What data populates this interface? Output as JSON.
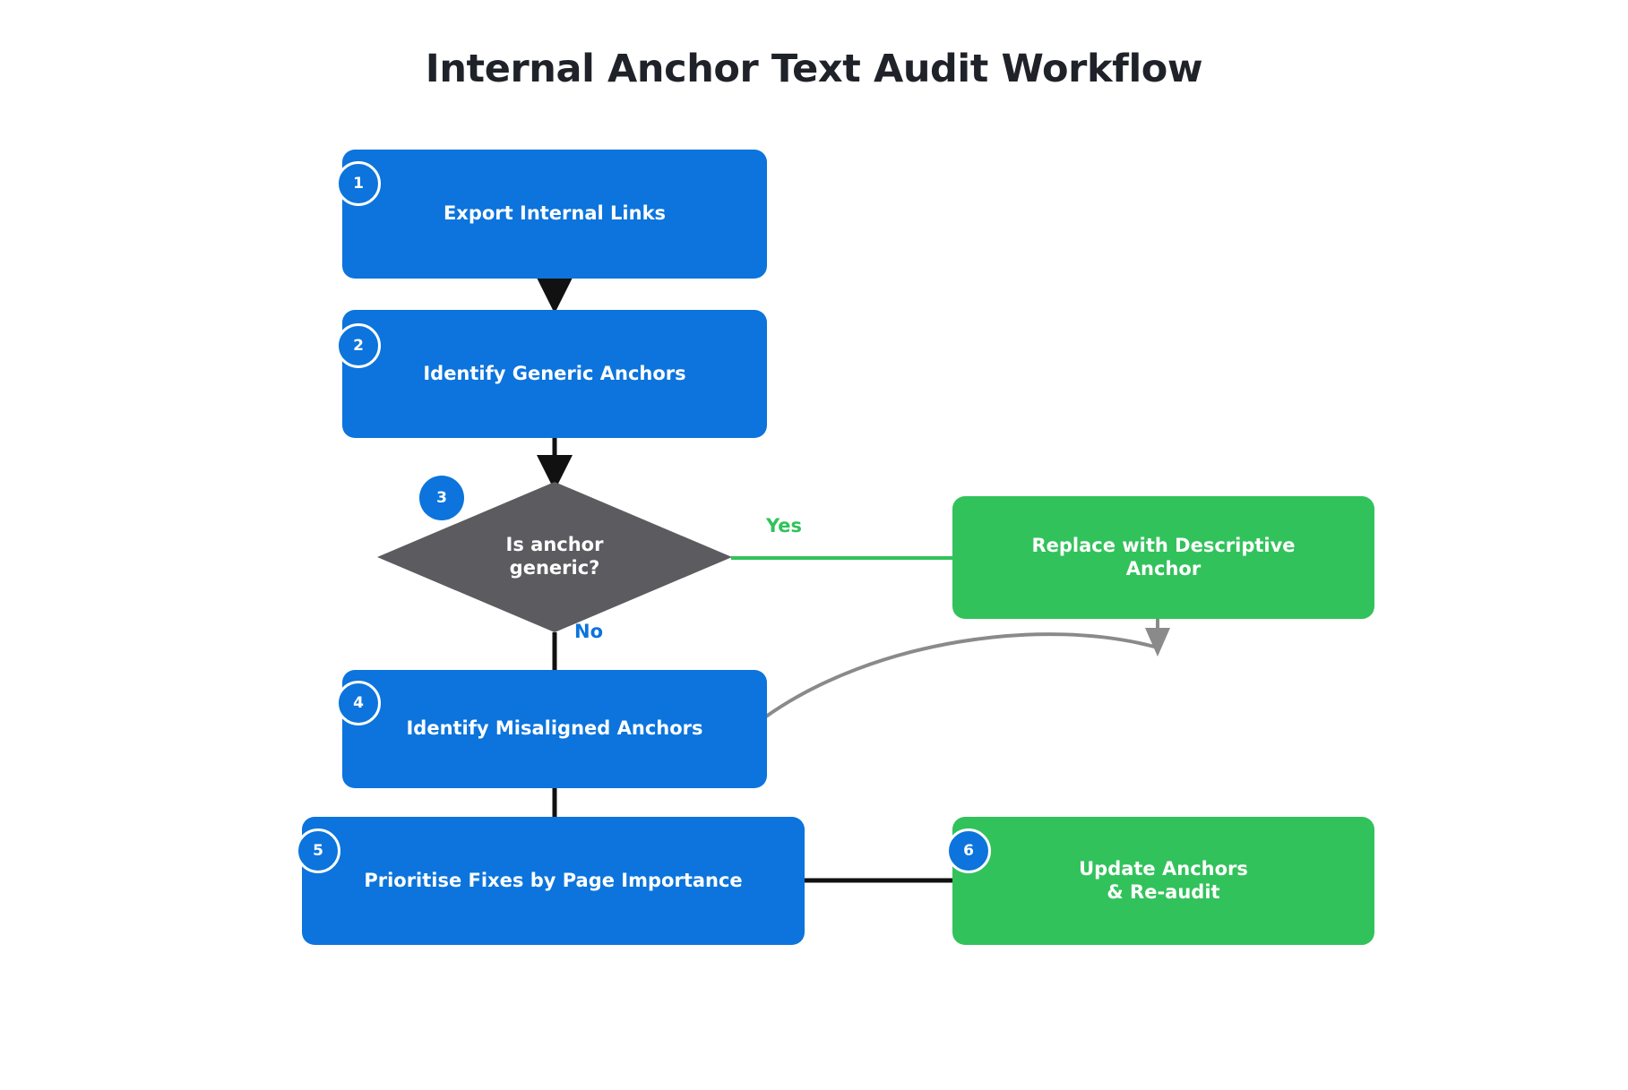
{
  "diagram": {
    "title": "Internal Anchor Text Audit Workflow",
    "type": "flowchart",
    "background": "#ffffff",
    "colors": {
      "process": "#0c74DC",
      "action": "#32C25B",
      "decision": "#5b5b60",
      "title_text": "#1f2329",
      "node_text": "#ffffff",
      "edge_default": "#111111",
      "edge_yes": "#32C25B",
      "edge_loop": "#8a8a8a",
      "badge_fill": "#0c74DC",
      "badge_ring": "#ffffff"
    }
  },
  "nodes": [
    {
      "id": "n1",
      "badge": "1",
      "label": "Export Internal Links",
      "shape": "rounded-rect",
      "color": "process"
    },
    {
      "id": "n2",
      "badge": "2",
      "label": "Identify Generic Anchors",
      "shape": "rounded-rect",
      "color": "process"
    },
    {
      "id": "n3",
      "badge": "3",
      "label": "Is anchor\ngeneric?",
      "shape": "diamond",
      "color": "decision"
    },
    {
      "id": "n3a",
      "badge": "",
      "label": "Replace with Descriptive\nAnchor",
      "shape": "rounded-rect",
      "color": "action"
    },
    {
      "id": "n4",
      "badge": "4",
      "label": "Identify Misaligned Anchors",
      "shape": "rounded-rect",
      "color": "process"
    },
    {
      "id": "n5",
      "badge": "5",
      "label": "Prioritise Fixes by Page Importance",
      "shape": "rounded-rect",
      "color": "process"
    },
    {
      "id": "n6",
      "badge": "6",
      "label": "Update Anchors\n& Re-audit",
      "shape": "rounded-rect",
      "color": "action"
    }
  ],
  "edges": [
    {
      "from": "n1",
      "to": "n2",
      "label": "",
      "style": "straight-down",
      "color": "#111111",
      "arrow": true
    },
    {
      "from": "n2",
      "to": "n3",
      "label": "",
      "style": "straight-down",
      "color": "#111111",
      "arrow": true
    },
    {
      "from": "n3",
      "to": "n3a",
      "label": "Yes",
      "style": "straight-right",
      "color": "#32C25B",
      "arrow": false
    },
    {
      "from": "n3",
      "to": "n4",
      "label": "No",
      "style": "straight-down",
      "color": "#111111",
      "arrow": false
    },
    {
      "from": "n4",
      "to": "n3a",
      "label": "",
      "style": "curved-up",
      "color": "#8a8a8a",
      "arrow": true
    },
    {
      "from": "n4",
      "to": "n5",
      "label": "",
      "style": "straight-down",
      "color": "#111111",
      "arrow": false
    },
    {
      "from": "n5",
      "to": "n6",
      "label": "",
      "style": "straight-right",
      "color": "#111111",
      "arrow": false
    }
  ],
  "edge_labels": {
    "yes": "Yes",
    "no": "No"
  }
}
